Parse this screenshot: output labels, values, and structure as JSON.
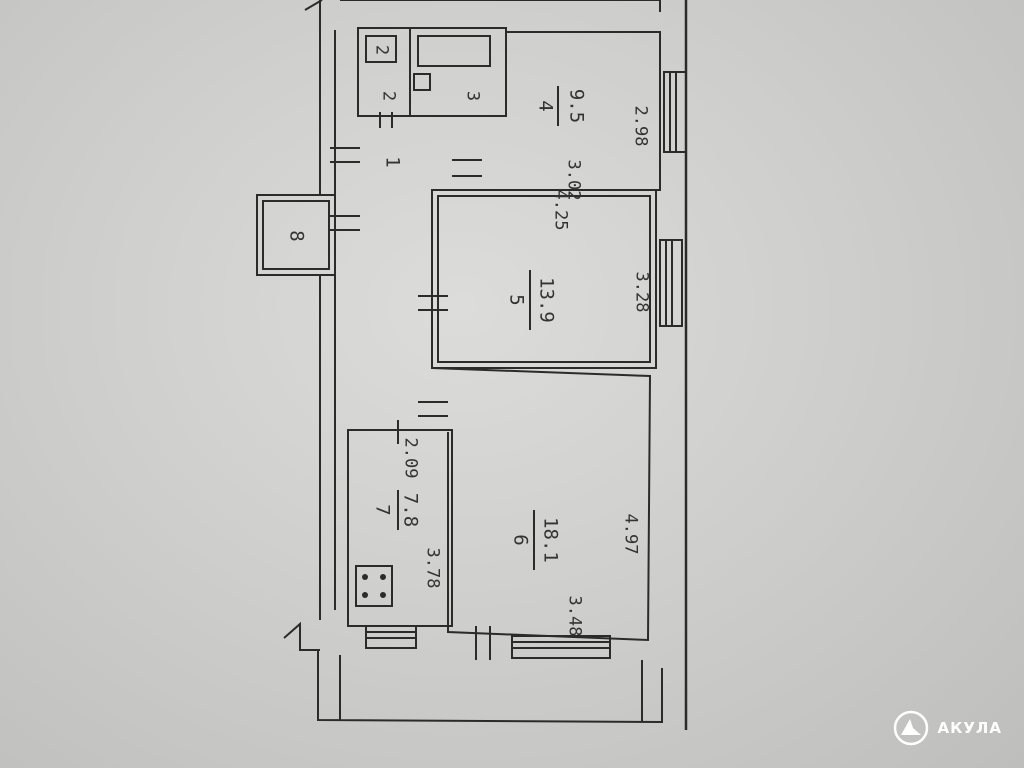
{
  "rooms": [
    {
      "id": "1",
      "number": "1",
      "area": ""
    },
    {
      "id": "2",
      "number": "2",
      "area": ""
    },
    {
      "id": "2b",
      "number": "2",
      "area": ""
    },
    {
      "id": "3",
      "number": "3",
      "area": ""
    },
    {
      "id": "4",
      "number": "4",
      "area": "9.5"
    },
    {
      "id": "5",
      "number": "5",
      "area": "13.9"
    },
    {
      "id": "6",
      "number": "6",
      "area": "18.1"
    },
    {
      "id": "7",
      "number": "7",
      "area": "7.8"
    },
    {
      "id": "8",
      "number": "8",
      "area": ""
    }
  ],
  "dimensions": {
    "d_302": "3.02",
    "d_298": "2.98",
    "d_425": "4.25",
    "d_328": "3.28",
    "d_209": "2.09",
    "d_378": "3.78",
    "d_497": "4.97",
    "d_348": "3.48"
  },
  "watermark": {
    "text": "АКУЛА"
  },
  "colors": {
    "paper": "#cfcfcd",
    "ink": "#2b2b2b",
    "logo": "#ffffff"
  }
}
